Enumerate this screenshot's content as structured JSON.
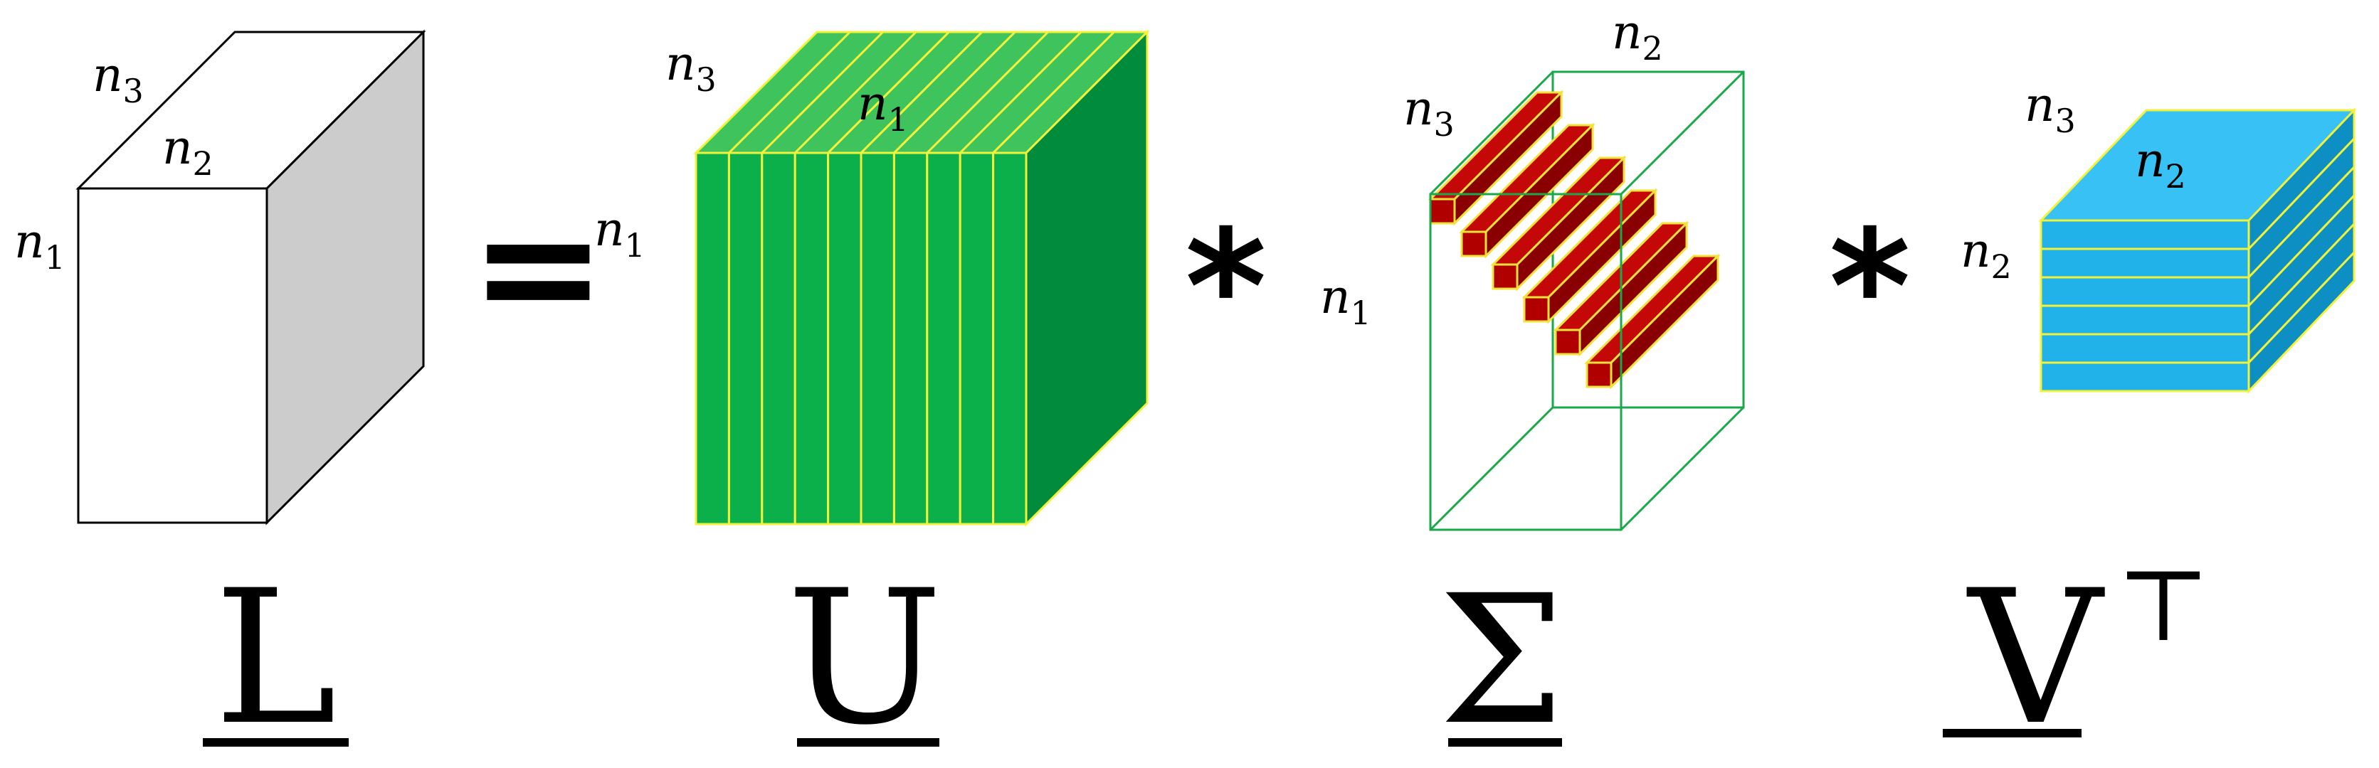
{
  "dims": {
    "n1_base": "n",
    "n1_sub": "1",
    "n2_base": "n",
    "n2_sub": "2",
    "n3_base": "n",
    "n3_sub": "3"
  },
  "operators": {
    "equals": "=",
    "conv": "*"
  },
  "tensors": {
    "L": "L",
    "U": "U",
    "Sigma": "Σ",
    "V": "V",
    "transpose": "⊤"
  },
  "colors": {
    "L_side": "#cccccc",
    "U_front": "#0bb04a",
    "U_top": "#3fc35d",
    "U_side": "#008c3c",
    "U_stripe": "#f2f23a",
    "Sigma_outline": "#1aa84a",
    "Sigma_block_front": "#b00000",
    "Sigma_block_top": "#c40808",
    "Sigma_block_side": "#8a0000",
    "V_front": "#21b2ea",
    "V_top": "#37c1f4",
    "V_side": "#0d8fc4"
  }
}
